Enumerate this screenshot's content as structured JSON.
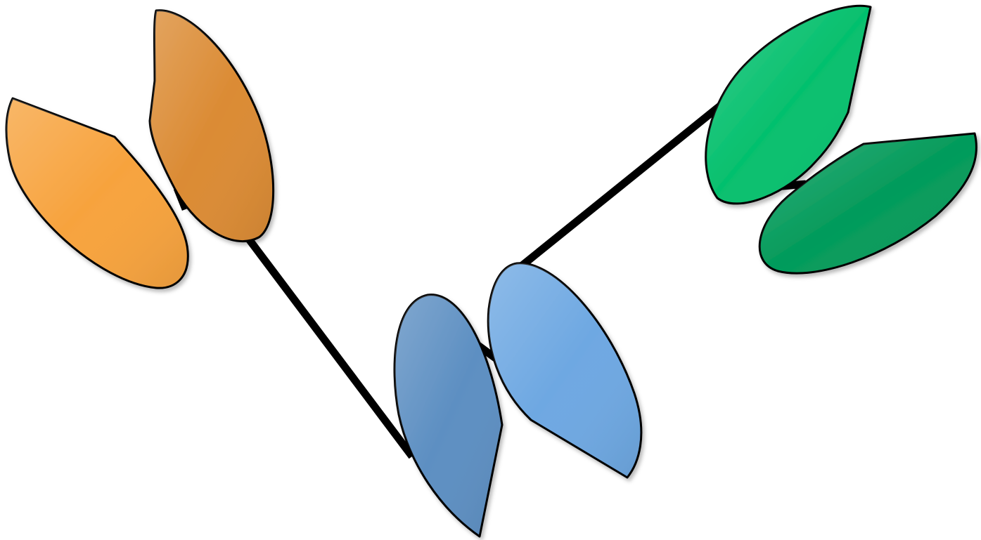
{
  "diagram": {
    "kind": "domain-linker-schematic",
    "background": "#ffffff",
    "linker_color": "#000000",
    "pairs": [
      {
        "name": "orange-pair",
        "domains": [
          {
            "name": "orange-domain-left",
            "color": "#f7a33e"
          },
          {
            "name": "orange-domain-right",
            "color": "#db8b34"
          }
        ]
      },
      {
        "name": "blue-pair",
        "domains": [
          {
            "name": "blue-domain-left",
            "color": "#5d8fc2"
          },
          {
            "name": "blue-domain-right",
            "color": "#6ea8e2"
          }
        ]
      },
      {
        "name": "green-pair",
        "domains": [
          {
            "name": "green-domain-top",
            "color": "#06c06e"
          },
          {
            "name": "green-domain-bottom",
            "color": "#049b5b"
          }
        ]
      }
    ]
  }
}
